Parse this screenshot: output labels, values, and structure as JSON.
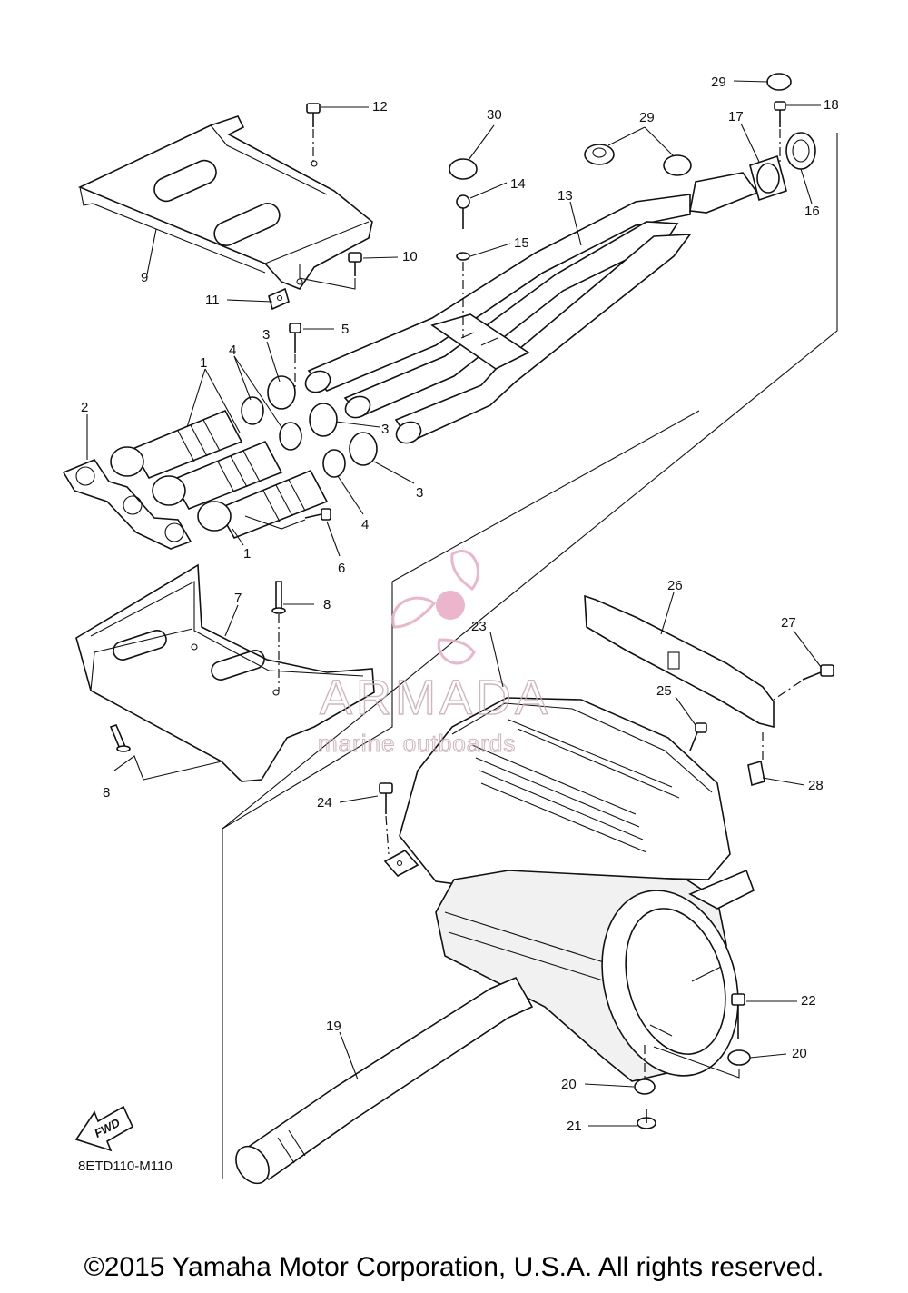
{
  "diagram": {
    "drawing_code": "8ETD110-M110",
    "fwd_label": "FWD",
    "callouts": [
      {
        "label": "1"
      },
      {
        "label": "1"
      },
      {
        "label": "2"
      },
      {
        "label": "3"
      },
      {
        "label": "3"
      },
      {
        "label": "3"
      },
      {
        "label": "4"
      },
      {
        "label": "4"
      },
      {
        "label": "5"
      },
      {
        "label": "6"
      },
      {
        "label": "7"
      },
      {
        "label": "8"
      },
      {
        "label": "8"
      },
      {
        "label": "9"
      },
      {
        "label": "10"
      },
      {
        "label": "11"
      },
      {
        "label": "12"
      },
      {
        "label": "13"
      },
      {
        "label": "14"
      },
      {
        "label": "15"
      },
      {
        "label": "16"
      },
      {
        "label": "17"
      },
      {
        "label": "18"
      },
      {
        "label": "19"
      },
      {
        "label": "20"
      },
      {
        "label": "20"
      },
      {
        "label": "21"
      },
      {
        "label": "22"
      },
      {
        "label": "23"
      },
      {
        "label": "24"
      },
      {
        "label": "25"
      },
      {
        "label": "26"
      },
      {
        "label": "27"
      },
      {
        "label": "28"
      },
      {
        "label": "29"
      },
      {
        "label": "29"
      },
      {
        "label": "30"
      }
    ]
  },
  "watermark": {
    "brand": "ARMADA",
    "tagline": "marine outboards",
    "color": "#e8a9c4"
  },
  "footer": {
    "copyright": "©2015 Yamaha Motor Corporation, U.S.A. All rights reserved."
  }
}
